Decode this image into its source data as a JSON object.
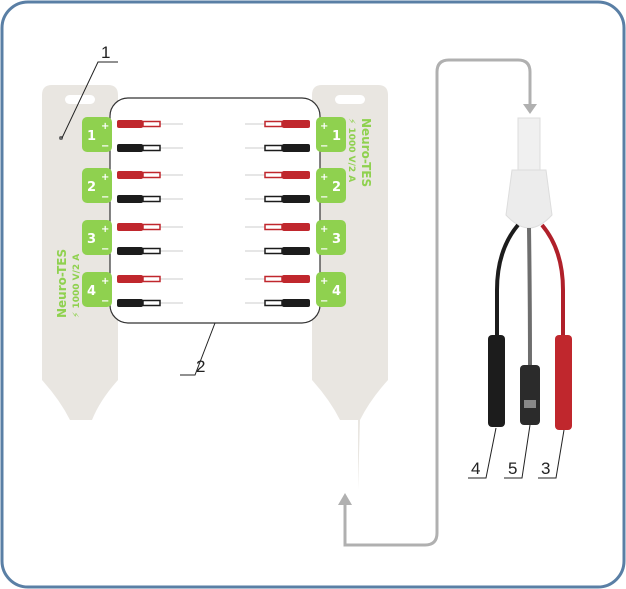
{
  "callouts": [
    "1",
    "2",
    "3",
    "4",
    "5"
  ],
  "device": {
    "brand": "Neuro-TES",
    "spec": "⚡ 1000 V/2 A",
    "channels": [
      "1",
      "2",
      "3",
      "4"
    ],
    "plus": "+",
    "minus": "−"
  },
  "colors": {
    "frame": "#5a7fa5",
    "strip": "#e9e6e1",
    "green": "#8fd14f",
    "red": "#c0272d",
    "black": "#1c1c1c",
    "arrow": "#b0b0b0"
  }
}
